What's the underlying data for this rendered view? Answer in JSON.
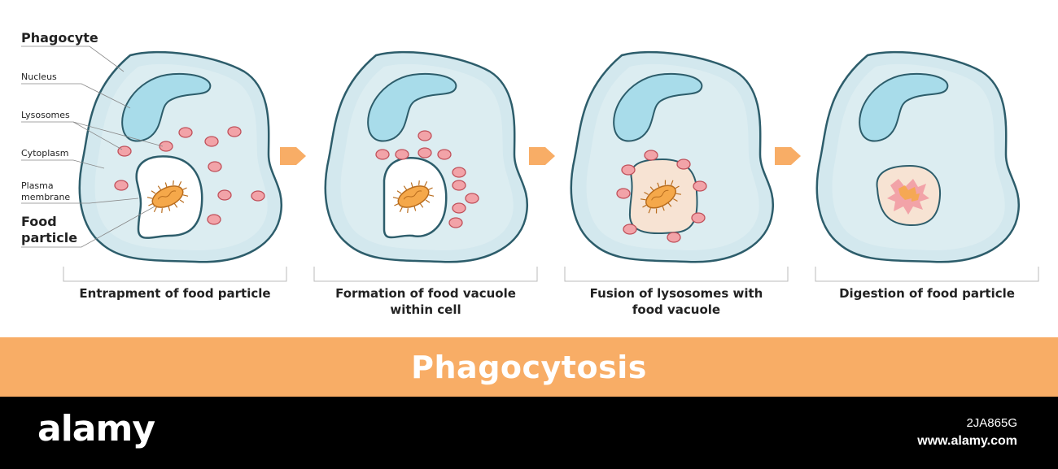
{
  "labels": {
    "phagocyte": "Phagocyte",
    "nucleus": "Nucleus",
    "lysosomes": "Lysosomes",
    "cytoplasm": "Cytoplasm",
    "plasma_membrane_line1": "Plasma",
    "plasma_membrane_line2": "membrane",
    "food_particle_line1": "Food",
    "food_particle_line2": "particle"
  },
  "stages": [
    {
      "caption_line1": "Entrapment of food particle",
      "caption_line2": ""
    },
    {
      "caption_line1": "Formation of food vacuole",
      "caption_line2": "within cell"
    },
    {
      "caption_line1": "Fusion of lysosomes with",
      "caption_line2": "food vacuole"
    },
    {
      "caption_line1": "Digestion of food particle",
      "caption_line2": ""
    }
  ],
  "banner": {
    "title": "Phagocytosis"
  },
  "footer": {
    "brand": "alamy",
    "image_id": "2JA865G",
    "url": "www.alamy.com"
  },
  "colors": {
    "cell_fill": "#d3e8ee",
    "cell_stroke": "#2d5d6b",
    "nucleus_fill": "#a8dcea",
    "lysosome_fill": "#f2a3a8",
    "food_fill": "#f5a84a",
    "vacuole_fill": "#f7e3d3",
    "arrow": "#f8ad66",
    "banner": "#f8ad66"
  }
}
